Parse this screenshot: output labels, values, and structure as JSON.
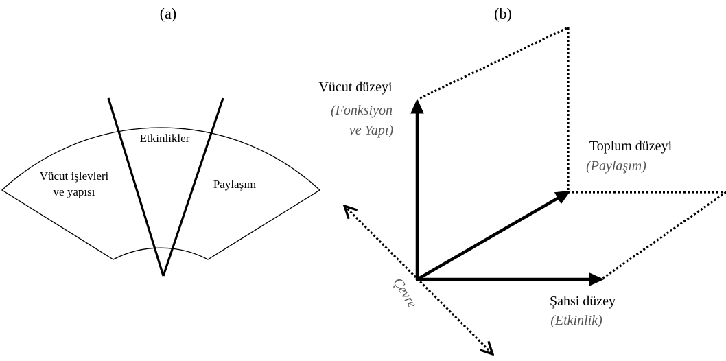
{
  "panel_a": {
    "letter": "(a)",
    "body_label_line1": "Vücut işlevleri",
    "body_label_line2": "ve yapısı",
    "activities_label": "Etkinlikler",
    "sharing_label": "Paylaşım"
  },
  "panel_b": {
    "letter": "(b)",
    "body_level": "Vücut düzeyi",
    "body_level_sub1": "(Fonksiyon",
    "body_level_sub2": "ve Yapı)",
    "society_level": "Toplum düzeyi",
    "society_level_sub": "(Paylaşım)",
    "personal_level": "Şahsi düzey",
    "personal_level_sub": "(Etkinlik)",
    "environment": "Çevre"
  }
}
